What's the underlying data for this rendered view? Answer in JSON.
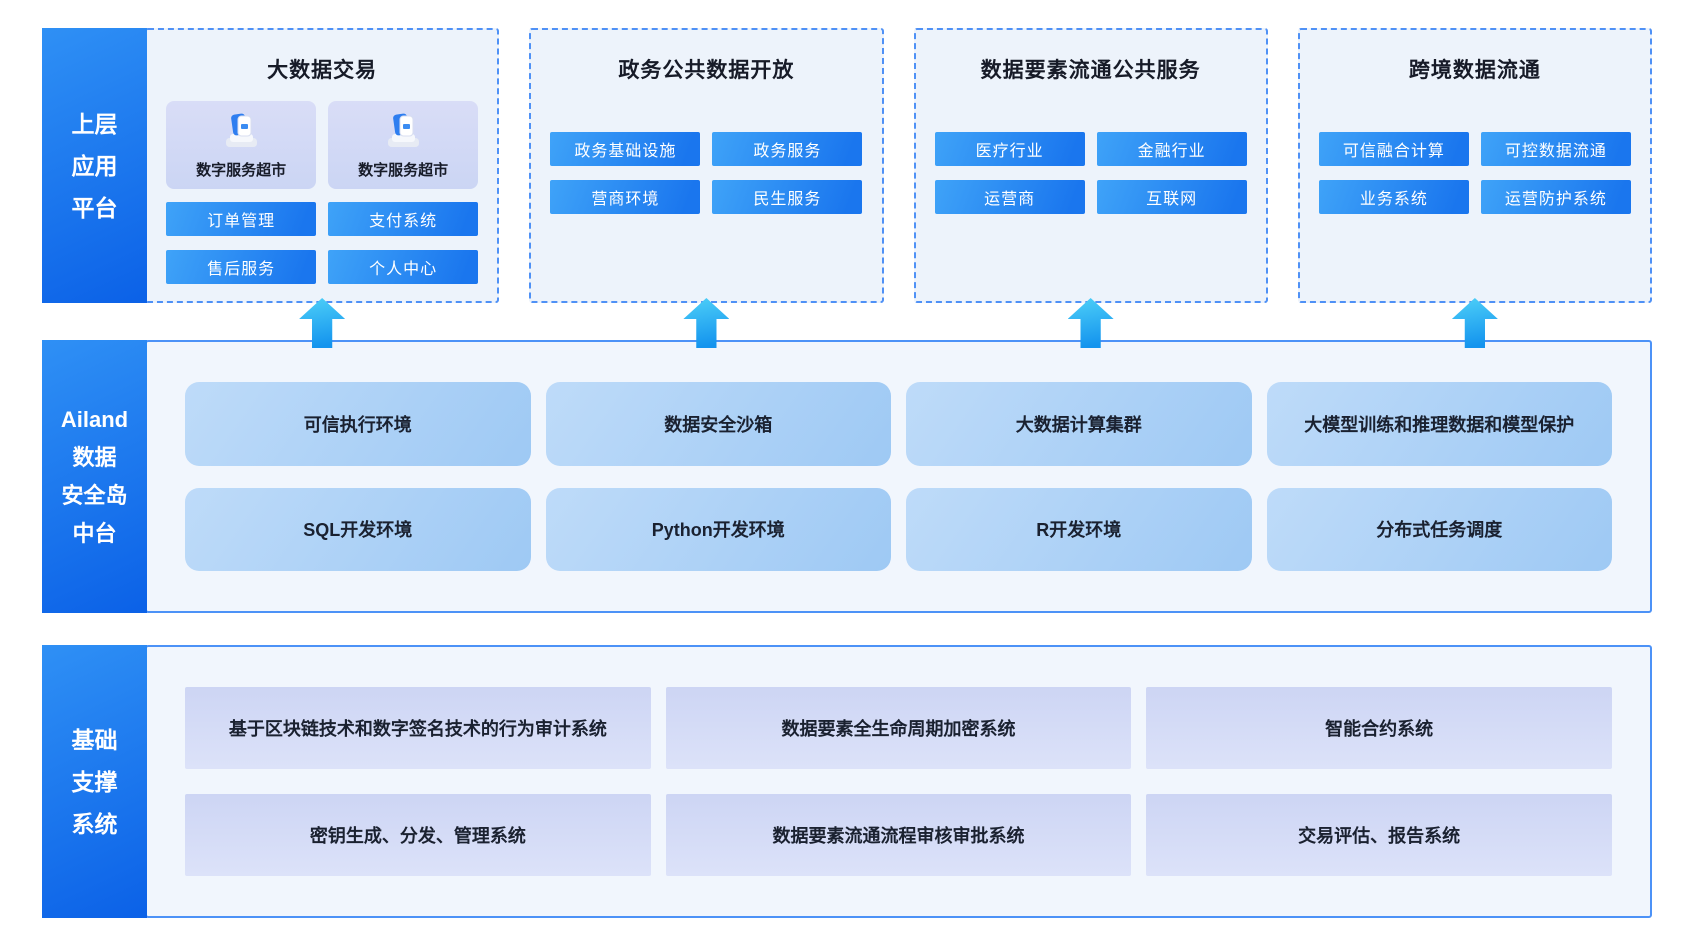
{
  "top": {
    "sidebar": [
      "上层",
      "应用",
      "平台"
    ],
    "panels": [
      {
        "title": "大数据交易",
        "apps": [
          "数字服务超市",
          "数字服务超市"
        ],
        "buttons": [
          "订单管理",
          "支付系统",
          "售后服务",
          "个人中心"
        ]
      },
      {
        "title": "政务公共数据开放",
        "buttons": [
          "政务基础设施",
          "政务服务",
          "营商环境",
          "民生服务"
        ]
      },
      {
        "title": "数据要素流通公共服务",
        "buttons": [
          "医疗行业",
          "金融行业",
          "运营商",
          "互联网"
        ]
      },
      {
        "title": "跨境数据流通",
        "buttons": [
          "可信融合计算",
          "可控数据流通",
          "业务系统",
          "运营防护系统"
        ]
      }
    ]
  },
  "middle": {
    "sidebar": [
      "Ailand",
      "数据",
      "安全岛",
      "中台"
    ],
    "cards": [
      "可信执行环境",
      "数据安全沙箱",
      "大数据计算集群",
      "大模型训练和推理数据和模型保护",
      "SQL开发环境",
      "Python开发环境",
      "R开发环境",
      "分布式任务调度"
    ]
  },
  "bottom": {
    "sidebar": [
      "基础",
      "支撑",
      "系统"
    ],
    "cards": [
      "基于区块链技术和数字签名技术的行为审计系统",
      "数据要素全生命周期加密系统",
      "智能合约系统",
      "密钥生成、分发、管理系统",
      "数据要素流通流程审核审批系统",
      "交易评估、报告系统"
    ]
  },
  "colors": {
    "sidebar_gradient_start": "#2f90f5",
    "sidebar_gradient_end": "#0b61e7",
    "dashed_border": "#4f91f6",
    "panel_border": "#4c92f7",
    "panel_bg": "#f1f6fd",
    "dashed_box_bg": "#edf3fb",
    "chip_gradient_start": "#3fa3f8",
    "chip_gradient_end": "#1a76ee",
    "mid_card_gradient_start": "#bedbf9",
    "mid_card_gradient_end": "#9ec9f4",
    "base_card_gradient_start": "#cdd5f4",
    "base_card_gradient_end": "#dce2f9",
    "arrow_gradient_start": "#4ed0f8",
    "arrow_gradient_end": "#1494ee",
    "app_card_bg": "#d3d9f6",
    "text_dark": "#171b28"
  }
}
